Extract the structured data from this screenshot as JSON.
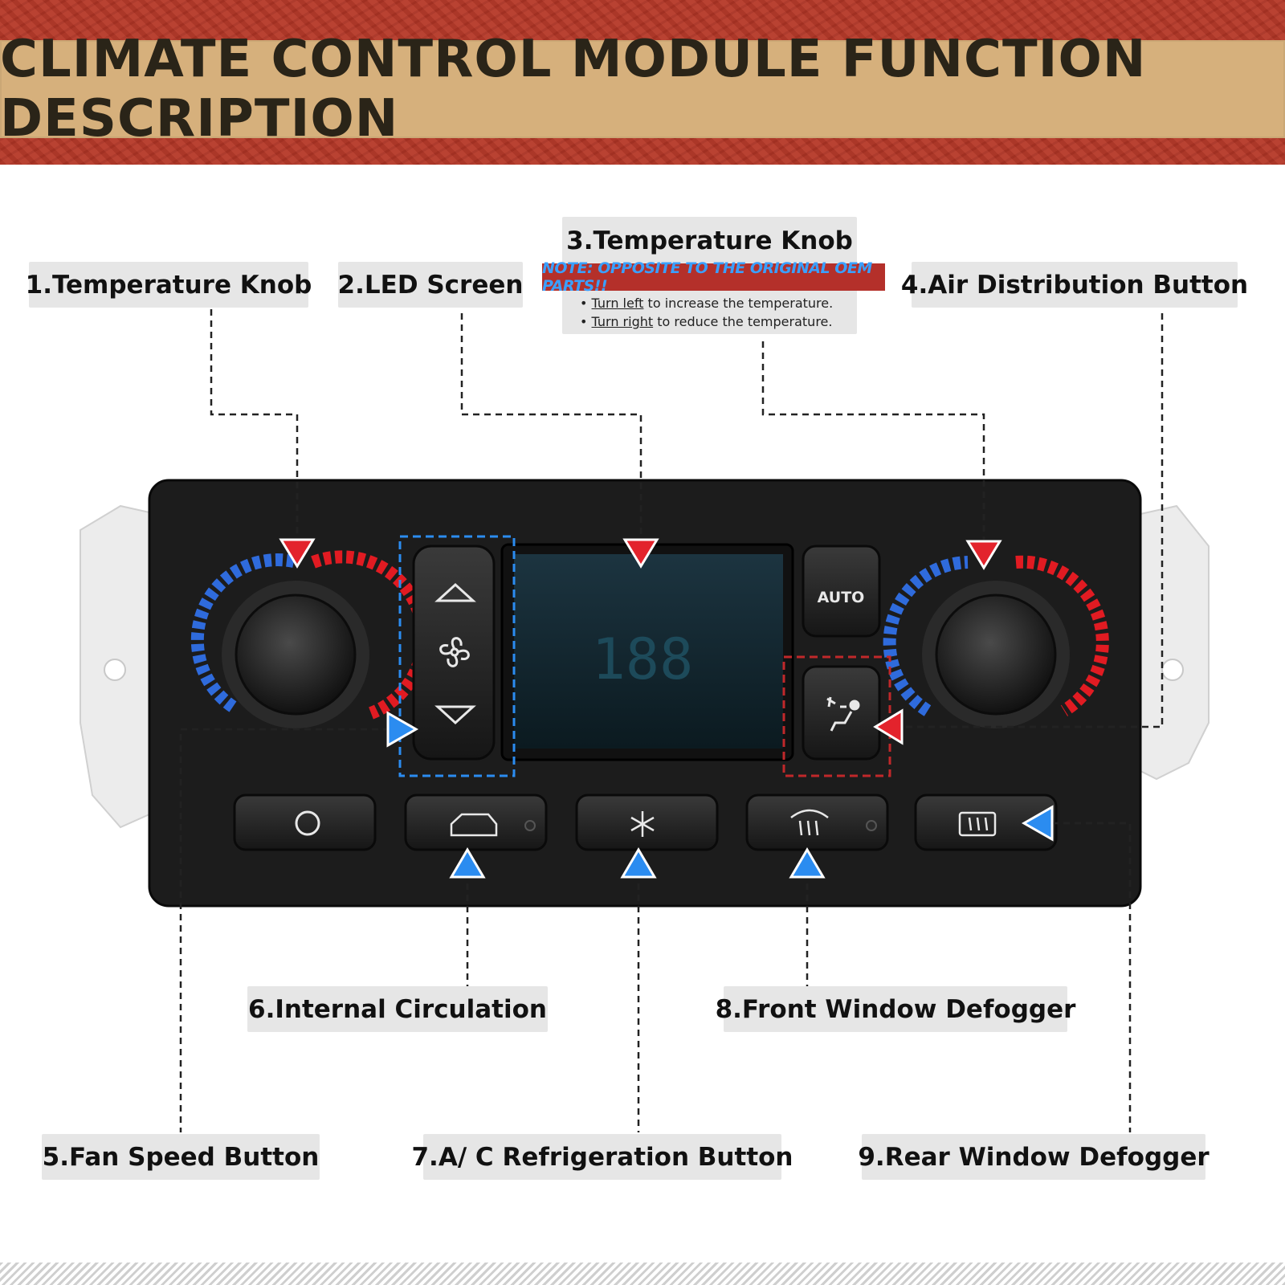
{
  "header": {
    "title": "CLIMATE CONTROL MODULE FUNCTION DESCRIPTION"
  },
  "labels": {
    "temperature_knob_1": "1.Temperature Knob",
    "led_screen": "2.LED Screen",
    "temperature_knob_3": "3.Temperature Knob",
    "air_distribution": "4.Air Distribution Button",
    "fan_speed": "5.Fan Speed Button",
    "internal_circulation": "6.Internal Circulation",
    "ac_refrigeration": "7.A/ C Refrigeration Button",
    "front_defogger": "8.Front Window Defogger",
    "rear_defogger": "9.Rear Window Defogger"
  },
  "note": {
    "warning": "NOTE: OPPOSITE TO THE ORIGINAL OEM PARTS!!",
    "line1_link": "Turn left",
    "line1_rest": " to increase the temperature.",
    "line2_link": "Turn right",
    "line2_rest": " to reduce the temperature."
  },
  "panel": {
    "auto_label": "AUTO",
    "screen_digits": "188"
  },
  "colors": {
    "banner_red": "#b63a2a",
    "title_band": "#d6b07c",
    "marker_red": "#e3232c",
    "marker_blue": "#2b8cf0",
    "panel_black": "#1c1c1c"
  },
  "icons": [
    "up-arrow-icon",
    "fan-icon",
    "down-arrow-icon",
    "air-distribution-icon",
    "power-ring-icon",
    "recirculation-car-icon",
    "ac-snowflake-icon",
    "front-defrost-icon",
    "rear-defrost-icon"
  ]
}
